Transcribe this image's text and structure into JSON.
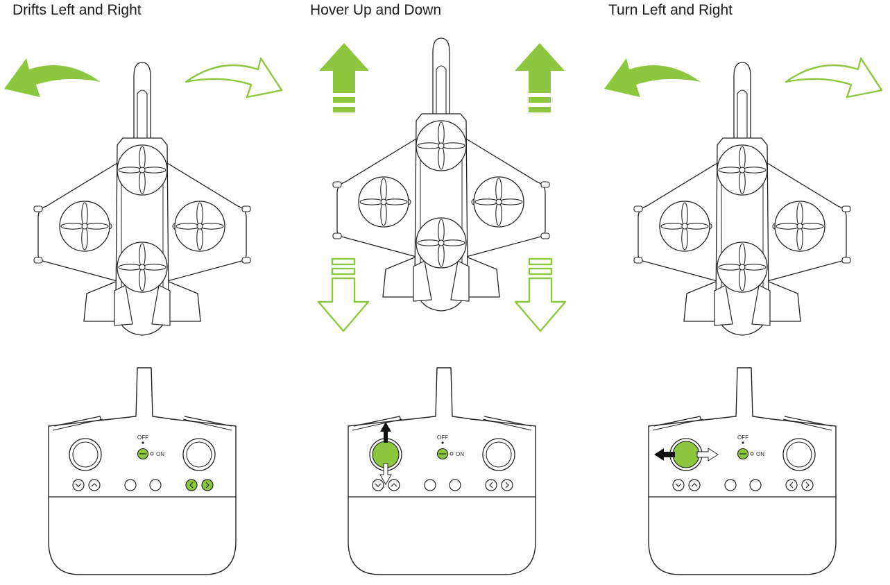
{
  "panels": [
    {
      "title": "Drifts Left and Right",
      "action": "drift"
    },
    {
      "title": "Hover Up and Down",
      "action": "hover"
    },
    {
      "title": "Turn Left and Right",
      "action": "turn"
    }
  ],
  "controller": {
    "off_label": "OFF",
    "on_label": "ON"
  },
  "colors": {
    "accent": "#8dc63f",
    "accent_light": "#b4d97a",
    "line": "#222222",
    "arrow_dark": "#111111"
  },
  "icons": {
    "drone": "quadcopter-jet-icon",
    "controller": "remote-controller-icon",
    "curved_arrow": "curved-arrow-icon",
    "up_arrow": "up-arrow-icon",
    "down_arrow": "down-arrow-icon",
    "toggle": "power-switch-icon"
  }
}
